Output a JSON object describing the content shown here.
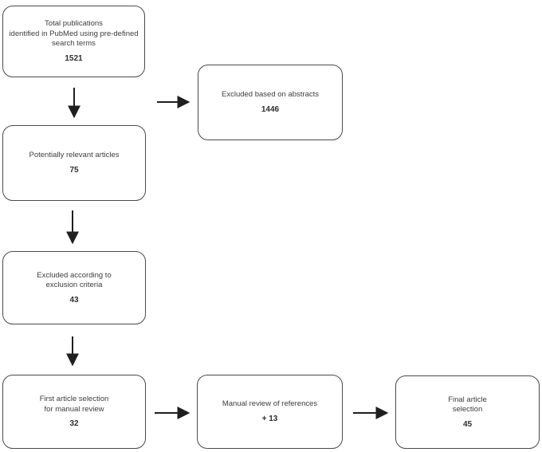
{
  "colors": {
    "background": "#ffffff",
    "box_border": "#4a4a4a",
    "text": "#3d3d3d",
    "arrow": "#1f1f1f"
  },
  "boxes": {
    "total_publications": {
      "text": "Total publications\nidentified in PubMed using pre-defined\nsearch terms",
      "value": "1521"
    },
    "excluded_abstracts": {
      "text": "Excluded based on abstracts",
      "value": "1446"
    },
    "potentially_relevant": {
      "text": "Potentially relevant articles",
      "value": "75"
    },
    "excluded_criteria": {
      "text": "Excluded according to\nexclusion criteria",
      "value": "43"
    },
    "first_selection": {
      "text": "First article selection\nfor manual review",
      "value": "32"
    },
    "manual_review": {
      "text": "Manual review of references",
      "value": "+ 13"
    },
    "final_selection": {
      "text": "Final article\nselection",
      "value": "45"
    }
  },
  "edges": [
    {
      "from": "total_publications",
      "to": "potentially_relevant",
      "direction": "down"
    },
    {
      "from": "total_publications",
      "to": "excluded_abstracts",
      "direction": "right"
    },
    {
      "from": "potentially_relevant",
      "to": "excluded_criteria",
      "direction": "down"
    },
    {
      "from": "excluded_criteria",
      "to": "first_selection",
      "direction": "down"
    },
    {
      "from": "first_selection",
      "to": "manual_review",
      "direction": "right"
    },
    {
      "from": "manual_review",
      "to": "final_selection",
      "direction": "right"
    }
  ]
}
